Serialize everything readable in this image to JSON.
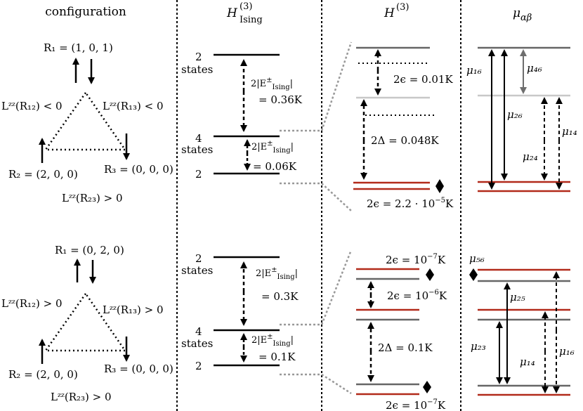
{
  "columns": {
    "configuration": "configuration",
    "hising": "H",
    "hising_sup": "(3)",
    "hising_sub": "Ising",
    "h3": "H",
    "h3_sup": "(3)",
    "mu": "μ",
    "mu_sub": "αβ"
  },
  "top": {
    "config": {
      "r1": "R₁ = (1, 0, 1)",
      "r2": "R₂ = (2, 0, 0)",
      "r3": "R₃ = (0, 0, 0)",
      "l12": "Lᶻᶻ(R₁₂) < 0",
      "l13": "Lᶻᶻ(R₁₃) < 0",
      "l23": "Lᶻᶻ(R₂₃) > 0"
    },
    "ising": {
      "upper_n": "2",
      "upper_states": "states",
      "gap1_a": "2|E",
      "gap1_sup": "±",
      "gap1_sub": "Ising",
      "gap1_b": "|",
      "gap1_val": "= 0.36K",
      "mid_n": "4",
      "mid_states": "states",
      "gap2_a": "2|E",
      "gap2_sup": "±",
      "gap2_sub": "Ising",
      "gap2_b": "|",
      "gap2_val": "= 0.06K",
      "low_n": "2"
    },
    "h3": {
      "eps1": "2ϵ = 0.01K",
      "delta": "2Δ = 0.048K",
      "eps2": "2ϵ = 2.2 · 10",
      "eps2_exp": "−5",
      "eps2_unit": "K"
    },
    "mu": {
      "m16": "μ₁₆",
      "m46": "μ₄₆",
      "m26": "μ₂₆",
      "m14": "μ₁₄",
      "m24": "μ₂₄"
    }
  },
  "bottom": {
    "config": {
      "r1": "R₁ = (0, 2, 0)",
      "r2": "R₂ = (2, 0, 0)",
      "r3": "R₃ = (0, 0, 0)",
      "l12": "Lᶻᶻ(R₁₂) > 0",
      "l13": "Lᶻᶻ(R₁₃) > 0",
      "l23": "Lᶻᶻ(R₂₃) > 0"
    },
    "ising": {
      "upper_n": "2",
      "upper_states": "states",
      "gap1_a": "2|E",
      "gap1_sup": "±",
      "gap1_sub": "Ising",
      "gap1_b": "|",
      "gap1_val": "= 0.3K",
      "mid_n": "4",
      "mid_states": "states",
      "gap2_a": "2|E",
      "gap2_sup": "±",
      "gap2_sub": "Ising",
      "gap2_b": "|",
      "gap2_val": "= 0.1K",
      "low_n": "2"
    },
    "h3": {
      "eps_top": "2ϵ = 10",
      "eps_top_exp": "−7",
      "eps_top_unit": "K",
      "eps_mid": "2ϵ = 10",
      "eps_mid_exp": "−6",
      "eps_mid_unit": "K",
      "delta": "2Δ = 0.1K",
      "eps_bot": "2ϵ = 10",
      "eps_bot_exp": "−7",
      "eps_bot_unit": "K"
    },
    "mu": {
      "m56": "μ₅₆",
      "m25": "μ₂₅",
      "m23": "μ₂₃",
      "m14": "μ₁₄",
      "m16": "μ₁₆"
    }
  },
  "colors": {
    "level": "#000000",
    "gray_level": "#666666",
    "light_level": "#c8c8c8",
    "red_level": "#b22a1a",
    "connector": "#999999",
    "gray_arrow": "#6e6e6e"
  }
}
